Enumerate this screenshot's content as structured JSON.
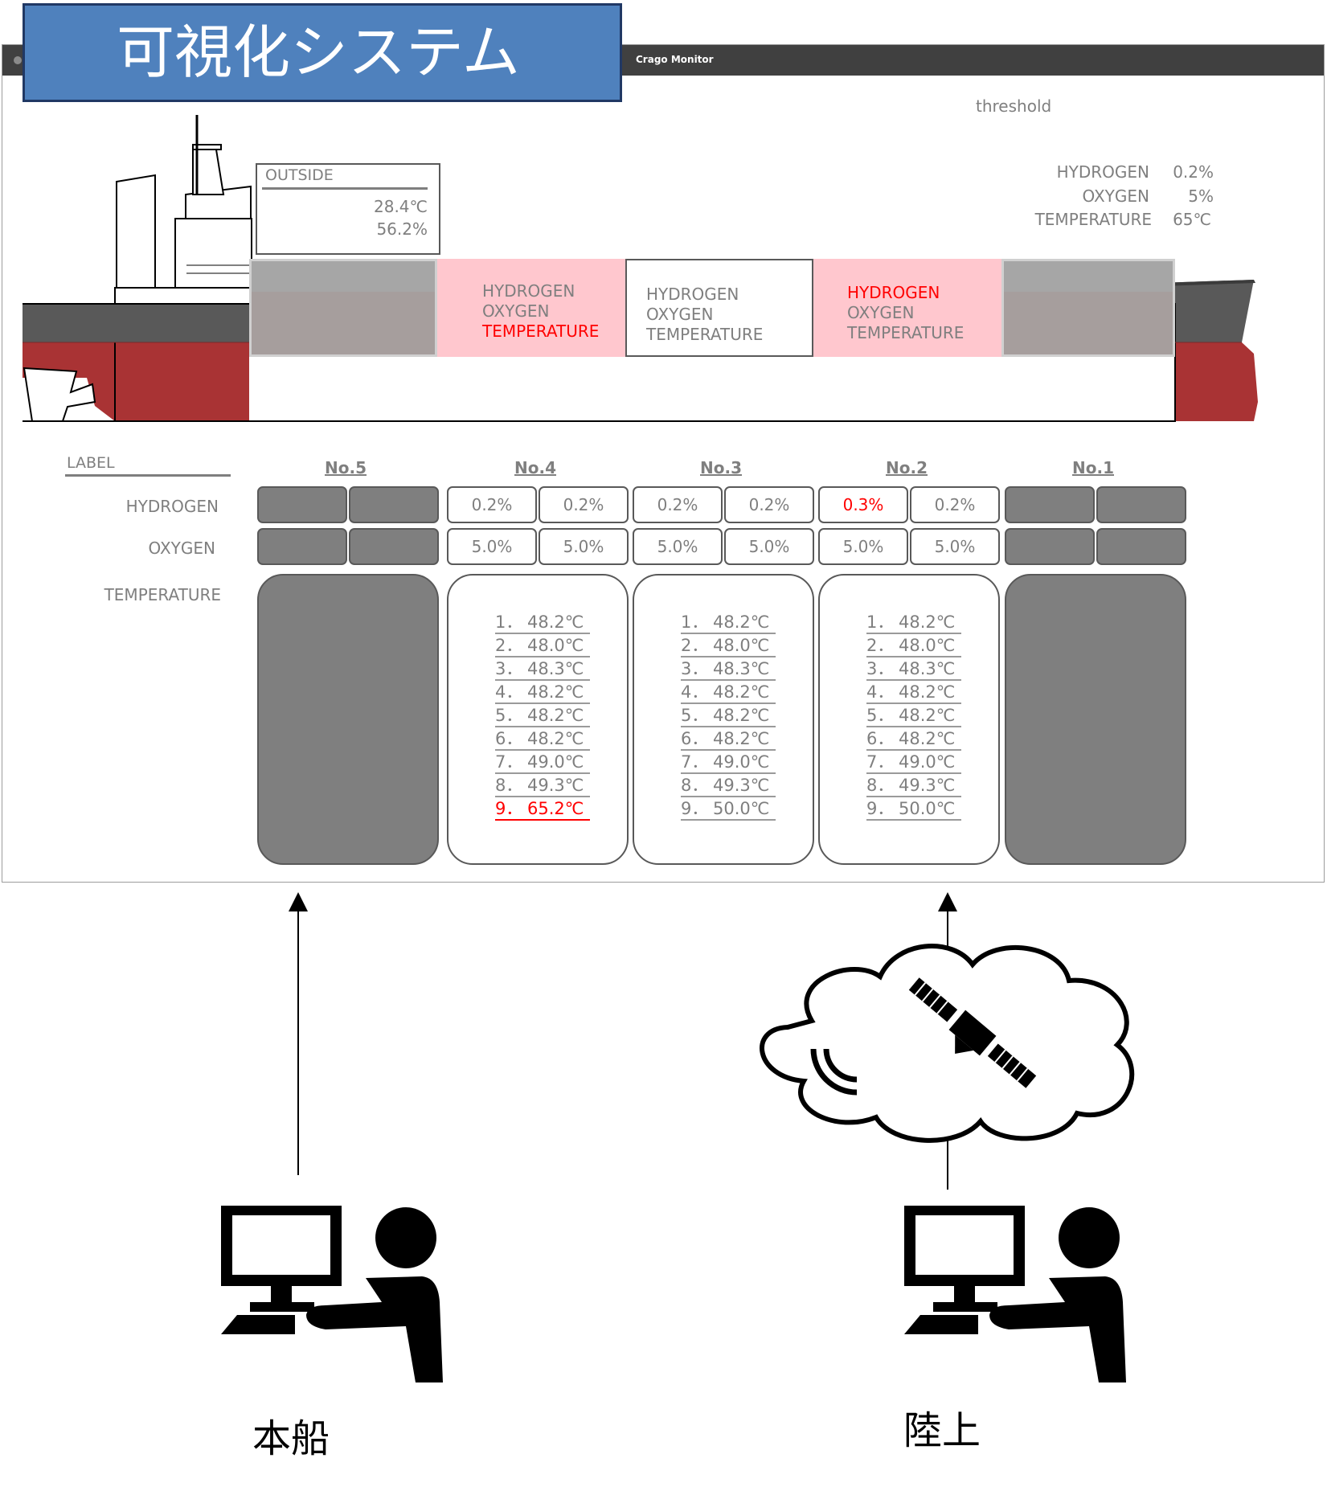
{
  "title": "可視化システム",
  "window": {
    "title": "Crago Monitor"
  },
  "threshold": {
    "heading": "threshold",
    "items": [
      {
        "label": "HYDROGEN",
        "value": "0.2%"
      },
      {
        "label": "OXYGEN",
        "value": "5%"
      },
      {
        "label": "TEMPERATURE",
        "value": "65℃"
      }
    ]
  },
  "outside": {
    "title": "OUTSIDE",
    "temperature": "28.4℃",
    "humidity": "56.2%"
  },
  "hull_labels": {
    "hydrogen": "HYDROGEN",
    "oxygen": "OXYGEN",
    "temperature": "TEMPERATURE"
  },
  "table": {
    "label_heading": "LABEL",
    "row_labels": [
      "HYDROGEN",
      "OXYGEN",
      "TEMPERATURE"
    ],
    "holds": [
      {
        "name": "No.5",
        "active": false,
        "hydrogen": [
          "",
          ""
        ],
        "oxygen": [
          "",
          ""
        ],
        "temps": []
      },
      {
        "name": "No.4",
        "active": true,
        "hydrogen": [
          "0.2%",
          "0.2%"
        ],
        "oxygen": [
          "5.0%",
          "5.0%"
        ],
        "temps": [
          {
            "n": "1．",
            "v": "48.2℃"
          },
          {
            "n": "2．",
            "v": "48.0℃"
          },
          {
            "n": "3．",
            "v": "48.3℃"
          },
          {
            "n": "4．",
            "v": "48.2℃"
          },
          {
            "n": "5．",
            "v": "48.2℃"
          },
          {
            "n": "6．",
            "v": "48.2℃"
          },
          {
            "n": "7．",
            "v": "49.0℃"
          },
          {
            "n": "8．",
            "v": "49.3℃"
          },
          {
            "n": "9．",
            "v": "65.2℃"
          }
        ]
      },
      {
        "name": "No.3",
        "active": true,
        "hydrogen": [
          "0.2%",
          "0.2%"
        ],
        "oxygen": [
          "5.0%",
          "5.0%"
        ],
        "temps": [
          {
            "n": "1．",
            "v": "48.2℃"
          },
          {
            "n": "2．",
            "v": "48.0℃"
          },
          {
            "n": "3．",
            "v": "48.3℃"
          },
          {
            "n": "4．",
            "v": "48.2℃"
          },
          {
            "n": "5．",
            "v": "48.2℃"
          },
          {
            "n": "6．",
            "v": "48.2℃"
          },
          {
            "n": "7．",
            "v": "49.0℃"
          },
          {
            "n": "8．",
            "v": "49.3℃"
          },
          {
            "n": "9．",
            "v": "50.0℃"
          }
        ]
      },
      {
        "name": "No.2",
        "active": true,
        "hydrogen": [
          "0.3%",
          "0.2%"
        ],
        "oxygen": [
          "5.0%",
          "5.0%"
        ],
        "temps": [
          {
            "n": "1．",
            "v": "48.2℃"
          },
          {
            "n": "2．",
            "v": "48.0℃"
          },
          {
            "n": "3．",
            "v": "48.3℃"
          },
          {
            "n": "4．",
            "v": "48.2℃"
          },
          {
            "n": "5．",
            "v": "48.2℃"
          },
          {
            "n": "6．",
            "v": "48.2℃"
          },
          {
            "n": "7．",
            "v": "49.0℃"
          },
          {
            "n": "8．",
            "v": "49.3℃"
          },
          {
            "n": "9．",
            "v": "50.0℃"
          }
        ]
      },
      {
        "name": "No.1",
        "active": false,
        "hydrogen": [
          "",
          ""
        ],
        "oxygen": [
          "",
          ""
        ],
        "temps": []
      }
    ]
  },
  "alert_color": "#ff0000",
  "captions": {
    "ship": "本船",
    "land": "陸上"
  },
  "icons": [
    "ship-icon",
    "cloud-icon",
    "satellite-icon",
    "operator-computer-icon"
  ]
}
